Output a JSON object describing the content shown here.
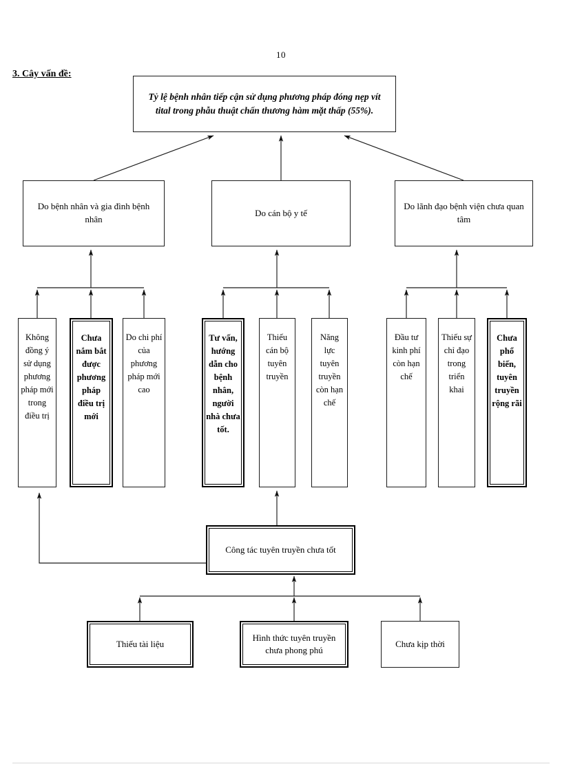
{
  "page": {
    "number": "10",
    "section_heading": "3. Cây vấn đề:"
  },
  "tree": {
    "root": {
      "label": "Tỷ lệ bệnh nhân tiếp cận sử dụng phương pháp đóng nẹp vít tital trong phẫu thuật chấn thương hàm mặt thấp (55%)."
    },
    "level2": [
      {
        "label": "Do bệnh nhân và gia đình bệnh nhân"
      },
      {
        "label": "Do cán bộ y tế"
      },
      {
        "label": "Do lãnh đạo bệnh viện chưa quan tâm"
      }
    ],
    "level3": {
      "group_a": [
        {
          "label": "Không đồng ý sử dụng phương pháp mới trong điều trị",
          "emphasis": false
        },
        {
          "label": "Chưa nắm bắt được phương pháp điều trị mới",
          "emphasis": true
        },
        {
          "label": "Do chi phí của phương pháp mới cao",
          "emphasis": false
        }
      ],
      "group_b": [
        {
          "label": "Tư vấn, hướng dẫn cho bệnh nhân, người nhà chưa tốt.",
          "emphasis": true
        },
        {
          "label": "Thiếu cán bộ tuyên truyền",
          "emphasis": false
        },
        {
          "label": "Năng lực tuyên truyền còn hạn chế",
          "emphasis": false
        }
      ],
      "group_c": [
        {
          "label": "Đầu tư kinh phí còn hạn chế",
          "emphasis": false
        },
        {
          "label": "Thiếu sự chỉ đạo trong triển khai",
          "emphasis": false
        },
        {
          "label": "Chưa phổ biến, tuyên truyền rộng rãi",
          "emphasis": true
        }
      ]
    },
    "hub": {
      "label": "Công tác tuyên truyền chưa tốt",
      "emphasis": true
    },
    "level5": [
      {
        "label": "Thiếu tài liệu",
        "emphasis": true
      },
      {
        "label": "Hình thức tuyên truyền chưa phong phú",
        "emphasis": true
      },
      {
        "label": "Chưa kịp thời",
        "emphasis": false
      }
    ]
  },
  "style": {
    "line_color": "#1a1a1a",
    "background": "#ffffff"
  }
}
